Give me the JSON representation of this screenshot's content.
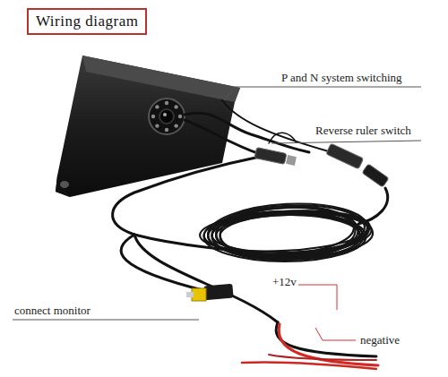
{
  "diagram": {
    "title": "Wiring diagram",
    "labels": [
      "P and N system switching",
      "Reverse ruler switch",
      "connect monitor",
      "+12v",
      "negative"
    ]
  }
}
